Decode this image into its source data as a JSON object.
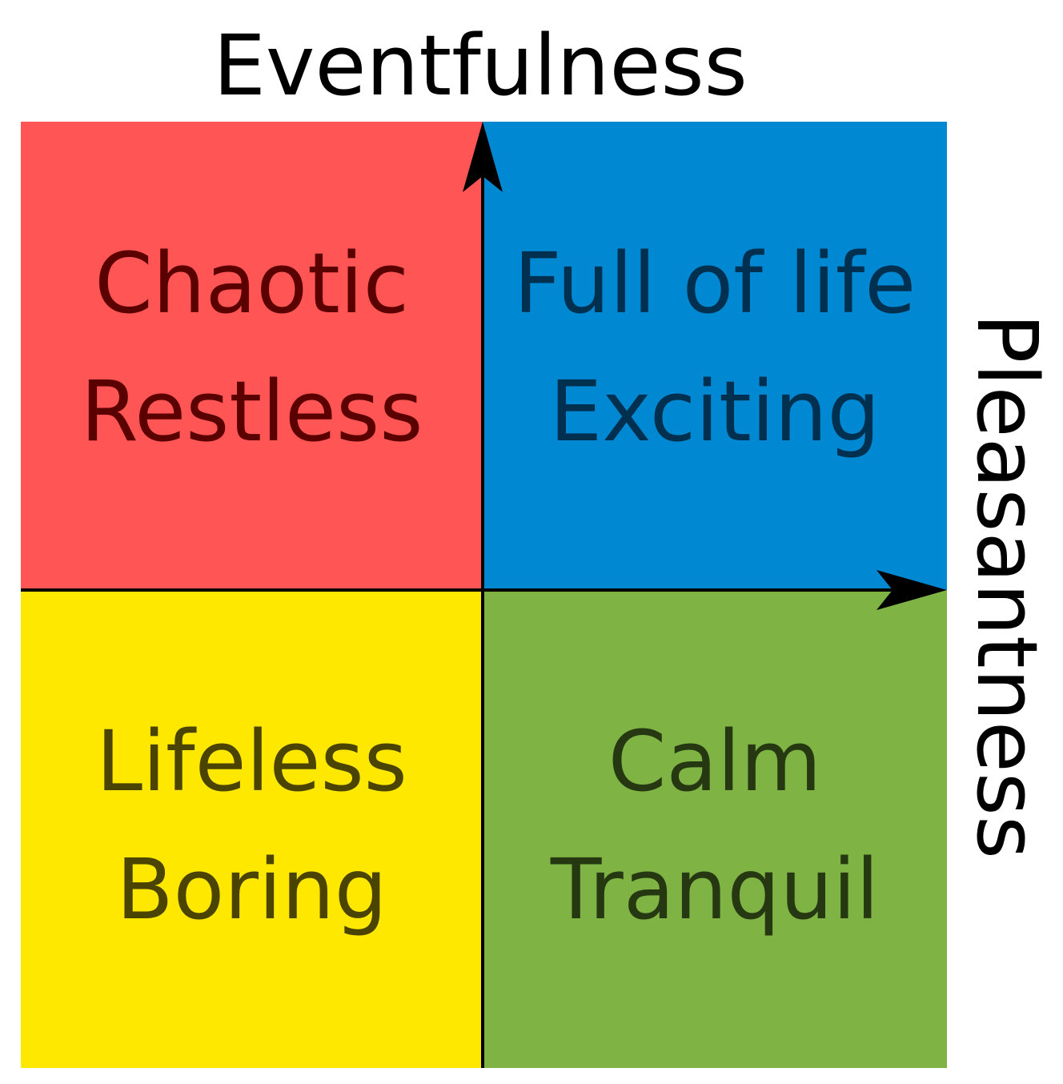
{
  "axes": {
    "vertical": "Eventfulness",
    "horizontal": "Pleasantness"
  },
  "quadrants": {
    "top_left": {
      "line1": "Chaotic",
      "line2": "Restless",
      "fill": "#ff5555",
      "text": "#5a0000"
    },
    "top_right": {
      "line1": "Full of life",
      "line2": "Exciting",
      "fill": "#0088d3",
      "text": "#003050"
    },
    "bottom_left": {
      "line1": "Lifeless",
      "line2": "Boring",
      "fill": "#ffe800",
      "text": "#4a4400"
    },
    "bottom_right": {
      "line1": "Calm",
      "line2": "Tranquil",
      "fill": "#7fb445",
      "text": "#253812"
    }
  },
  "colors": {
    "axis": "#000000",
    "background": "#ffffff"
  }
}
